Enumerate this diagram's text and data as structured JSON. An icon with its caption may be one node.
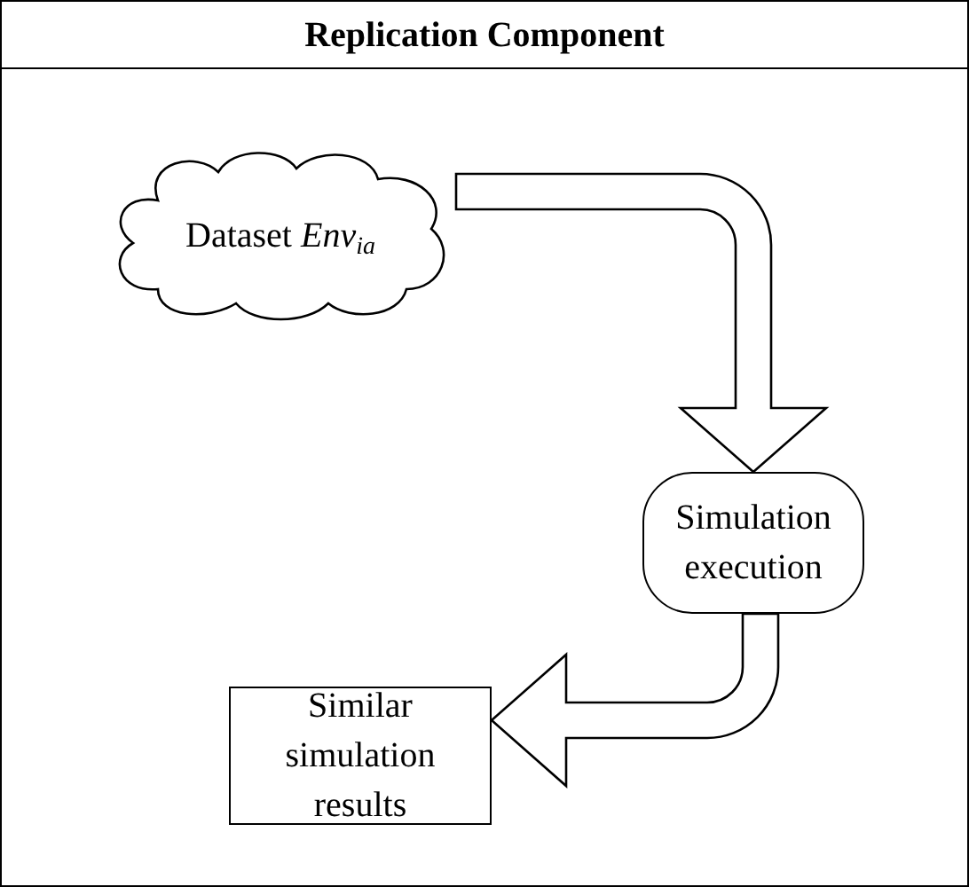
{
  "diagram": {
    "nodes": [
      {
        "text": [
          "Replication Component"
        ]
      },
      {
        "text": [
          "Dataset *Env*$_{ia}$"
        ],
        "in": 0
      },
      {
        "text": [
          "Simulation execution"
        ],
        "in": 0
      },
      {
        "text": [
          "Similar simulation results"
        ],
        "in": 0
      }
    ],
    "edges": [
      {
        "from": 1,
        "to": 2,
        "arrow": "to",
        "style": "thick"
      },
      {
        "from": 2,
        "to": 3,
        "arrow": "to",
        "style": "thick"
      }
    ]
  }
}
